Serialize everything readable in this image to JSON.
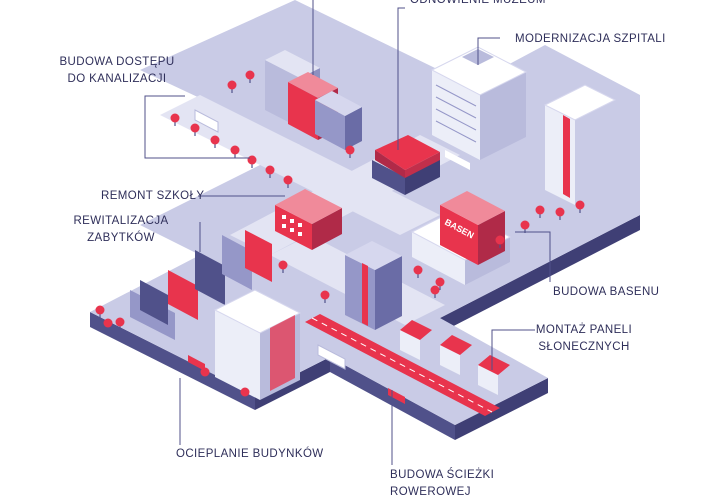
{
  "labels": {
    "top_cut": "",
    "odnowienie_muzeum": "ODNOWIENIE MUZEUM",
    "budowa_dostepu_l1": "BUDOWA DOSTĘPU",
    "budowa_dostepu_l2": "DO KANALIZACJI",
    "modernizacja_szpitali": "MODERNIZACJA SZPITALI",
    "remont_szkoly": "REMONT SZKOŁY",
    "rewitalizacja_l1": "REWITALIZACJA",
    "rewitalizacja_l2": "ZABYTKÓW",
    "budowa_basenu": "BUDOWA BASENU",
    "montaz_l1": "MONTAŻ PANELI",
    "montaz_l2": "SŁONECZNYCH",
    "ocieplanie": "OCIEPLANIE BUDYNKÓW",
    "sciezki_l1": "BUDOWA ŚCIEŻKI",
    "sciezki_l2": "ROWEROWEJ"
  },
  "signs": {
    "basen": "BASEN"
  },
  "colors": {
    "text": "#2f2f5a",
    "accent_red": "#e8344d",
    "platform_top": "#c9cbe6",
    "platform_side": "#50518a",
    "road": "#e3e4f3",
    "leader": "#50518a"
  }
}
